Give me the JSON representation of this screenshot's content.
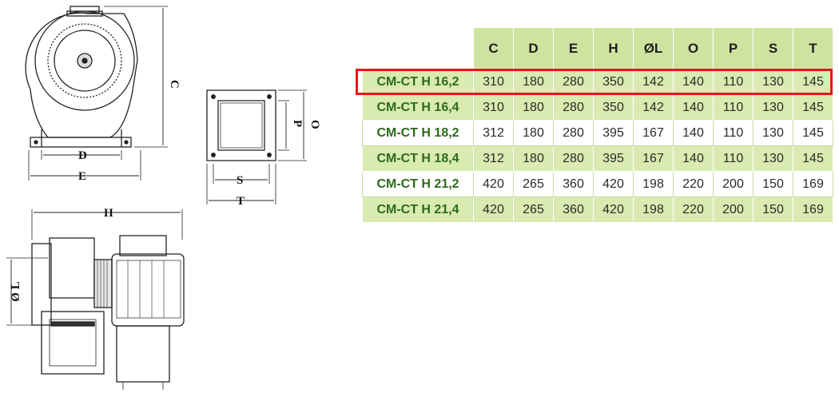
{
  "diagram_labels": {
    "side_height": "C",
    "base_width": "D",
    "overall_width": "E",
    "flange_inner": "P",
    "flange_outer": "O",
    "flange_bolt": "S",
    "flange_total": "T",
    "length": "H",
    "diameter": "Ø L"
  },
  "table": {
    "headers": [
      "C",
      "D",
      "E",
      "H",
      "ØL",
      "O",
      "P",
      "S",
      "T"
    ],
    "rows": [
      {
        "model": "CM-CT H 16,2",
        "values": [
          "310",
          "180",
          "280",
          "350",
          "142",
          "140",
          "110",
          "130",
          "145"
        ]
      },
      {
        "model": "CM-CT H 16,4",
        "values": [
          "310",
          "180",
          "280",
          "350",
          "142",
          "140",
          "110",
          "130",
          "145"
        ]
      },
      {
        "model": "CM-CT H 18,2",
        "values": [
          "312",
          "180",
          "280",
          "395",
          "167",
          "140",
          "110",
          "130",
          "145"
        ]
      },
      {
        "model": "CM-CT H 18,4",
        "values": [
          "312",
          "180",
          "280",
          "395",
          "167",
          "140",
          "110",
          "130",
          "145"
        ]
      },
      {
        "model": "CM-CT H 21,2",
        "values": [
          "420",
          "265",
          "360",
          "420",
          "198",
          "220",
          "200",
          "150",
          "169"
        ]
      },
      {
        "model": "CM-CT H 21,4",
        "values": [
          "420",
          "265",
          "360",
          "420",
          "198",
          "220",
          "200",
          "150",
          "169"
        ]
      }
    ]
  },
  "highlight": {
    "row_index": 0,
    "color": "#e8141b"
  },
  "colors": {
    "header_bg": "#cfe3a1",
    "odd_row_bg": "#d9ebb0",
    "model_text": "#2d6a1b"
  }
}
